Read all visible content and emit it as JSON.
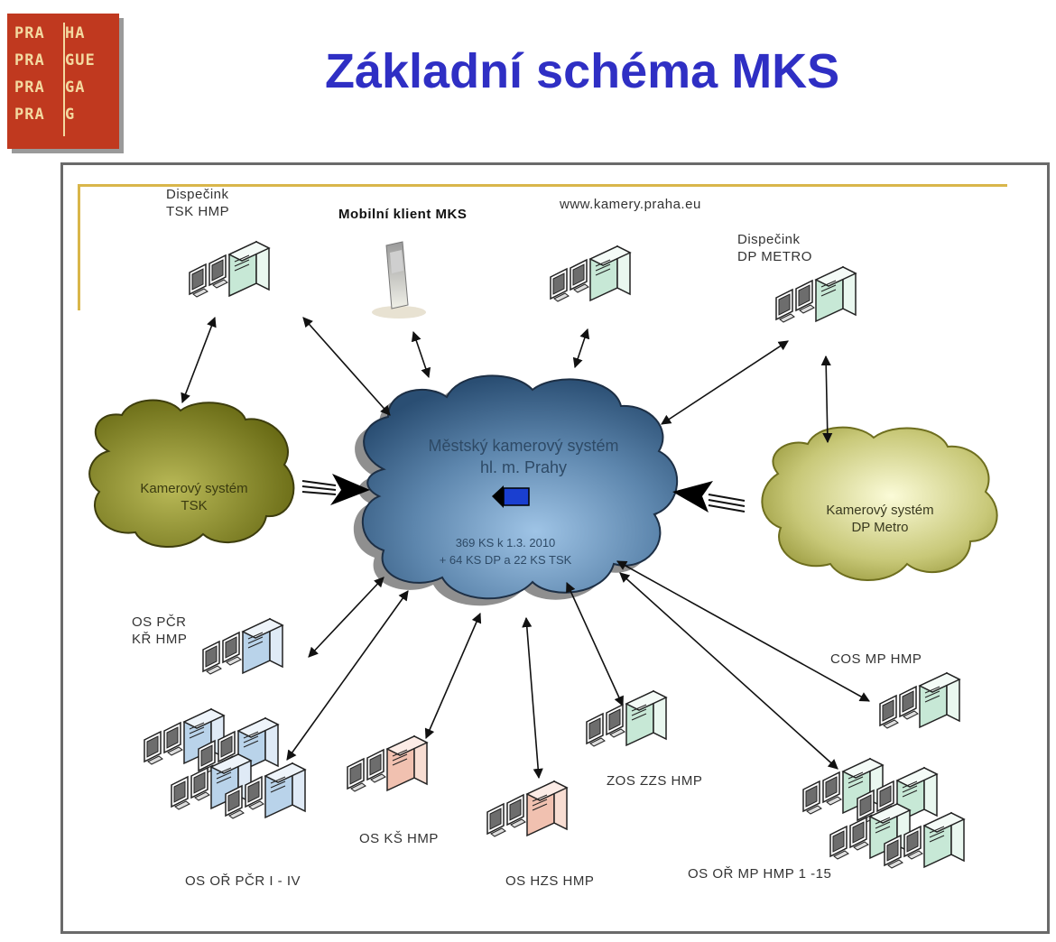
{
  "logo": {
    "rows": [
      [
        "PRA",
        "HA"
      ],
      [
        "PRA",
        "GUE"
      ],
      [
        "PRA",
        "GA"
      ],
      [
        "PRA",
        "G"
      ]
    ]
  },
  "title": "Základní schéma MKS",
  "center_cloud": {
    "line1": "Městský kamerový systém",
    "line2": "hl. m. Prahy",
    "line3": "369 KS  k 1.3. 2010",
    "line4": "+ 64 KS DP a 22 KS TSK"
  },
  "left_cloud": {
    "line1": "Kamerový systém",
    "line2": "TSK"
  },
  "right_cloud": {
    "line1": "Kamerový systém",
    "line2": "DP Metro"
  },
  "nodes": {
    "tsk_dispatch": {
      "line1": "Dispečink",
      "line2": "TSK HMP"
    },
    "mobile_client": "Mobilní klient MKS",
    "web": "www.kamery.praha.eu",
    "dp_metro": {
      "line1": "Dispečink",
      "line2": "DP METRO"
    },
    "os_pcr": {
      "line1": "OS PČR",
      "line2": "KŘ HMP"
    },
    "os_or_pcr": "OS OŘ PČR I - IV",
    "os_ks": "OS KŠ  HMP",
    "os_hzs": "OS HZS HMP",
    "zos_zzs": "ZOS ZZS HMP",
    "cos_mp": "COS MP HMP",
    "os_or_mp": "OS OŘ MP HMP 1 -15"
  },
  "colors": {
    "title": "#2f2fc4",
    "logo_bg": "#c0391f",
    "center_cloud": "#3f6b96",
    "side_cloud": "#8a8a22",
    "pc_green": "#c7e8d6",
    "pc_blue": "#b9d3ea",
    "pc_red": "#f1c1b0"
  }
}
